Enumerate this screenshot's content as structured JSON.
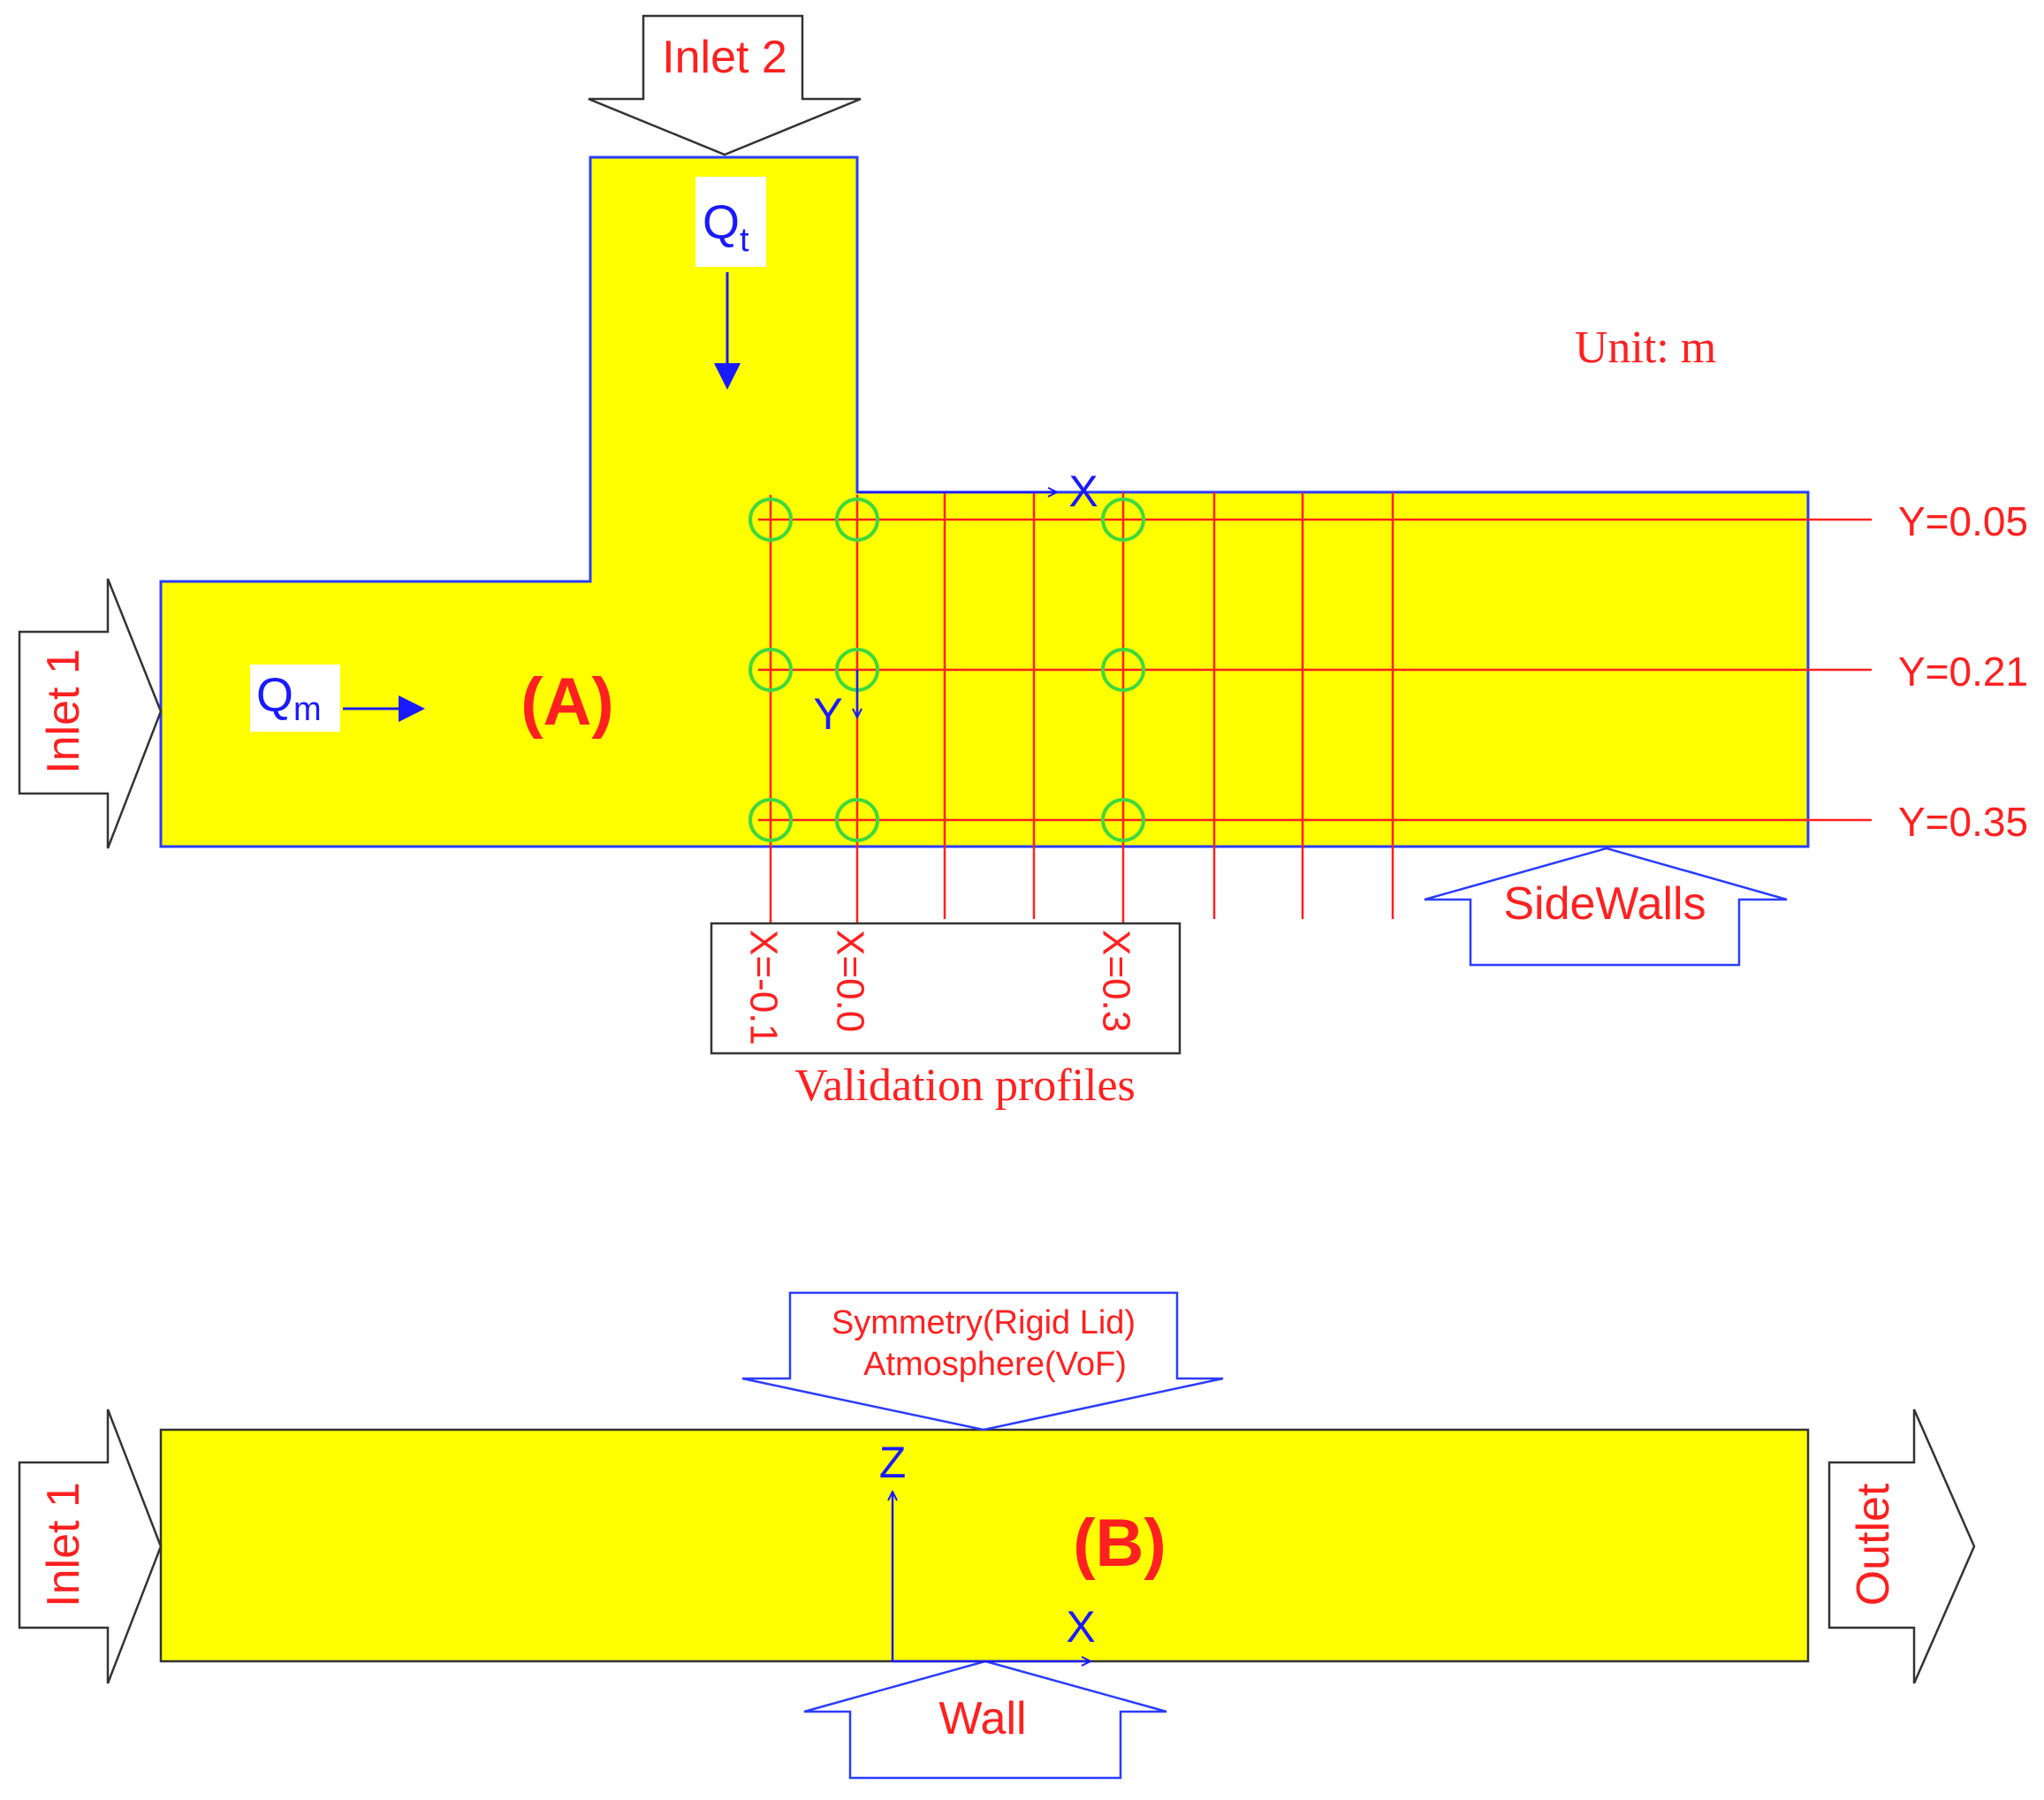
{
  "colors": {
    "domain_fill": "#ffff00",
    "domain_edge": "#2a3cff",
    "red_text": "#ff2020",
    "blue_text": "#1a1aff",
    "grid_line": "#ff2020",
    "marker_ring": "#3ed83e",
    "black_arrow": "#333333",
    "blue_arrow": "#2a3cff"
  },
  "panel_a": {
    "label": "(A)",
    "inlet_1": "Inlet 1",
    "inlet_2": "Inlet 2",
    "flow_main": {
      "symbol": "Q",
      "subscript": "m"
    },
    "flow_tributary": {
      "symbol": "Q",
      "subscript": "t"
    },
    "unit_note": "Unit: m",
    "axis_x": "X",
    "axis_y": "Y",
    "y_profiles": [
      "Y=0.05",
      "Y=0.21",
      "Y=0.35"
    ],
    "x_profiles": [
      "X=-0.1",
      "X=0.0",
      "X=0.3"
    ],
    "validation_caption": "Validation profiles",
    "sidewalls_label": "SideWalls"
  },
  "panel_b": {
    "label": "(B)",
    "inlet_1": "Inlet 1",
    "outlet": "Outlet",
    "top_boundary_line1": "Symmetry(Rigid Lid)",
    "top_boundary_line2": "Atmosphere(VoF)",
    "wall_label": "Wall",
    "axis_z": "Z",
    "axis_x": "X"
  }
}
